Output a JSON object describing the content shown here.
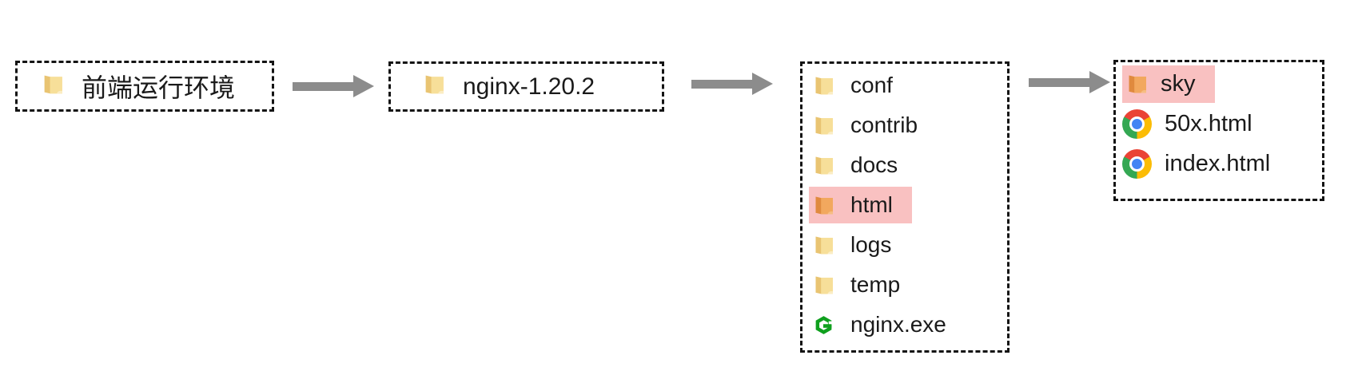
{
  "colors": {
    "border": "#141414",
    "text": "#1a1a1a",
    "arrow": "#8c8c8c",
    "highlight-pink": "#f9c1c1",
    "folder-back": "#e9c472",
    "folder-front": "#f7df99",
    "folder-hl-back": "#e08a3e",
    "folder-hl-front": "#f2a85e",
    "nginx-green": "#0fa01e",
    "chrome-red": "#ea4335",
    "chrome-yellow": "#fbbc05",
    "chrome-green": "#34a853",
    "chrome-blue": "#4285f4"
  },
  "boxes": {
    "root": {
      "label": "前端运行环境",
      "icon": "folder"
    },
    "nginx": {
      "label": "nginx-1.20.2",
      "icon": "folder"
    },
    "nginx_dir": {
      "items": [
        {
          "label": "conf",
          "icon": "folder",
          "highlighted": false
        },
        {
          "label": "contrib",
          "icon": "folder",
          "highlighted": false
        },
        {
          "label": "docs",
          "icon": "folder",
          "highlighted": false
        },
        {
          "label": "html",
          "icon": "folder",
          "highlighted": true
        },
        {
          "label": "logs",
          "icon": "folder",
          "highlighted": false
        },
        {
          "label": "temp",
          "icon": "folder",
          "highlighted": false
        },
        {
          "label": "nginx.exe",
          "icon": "nginx",
          "highlighted": false
        }
      ]
    },
    "html_dir": {
      "items": [
        {
          "label": "sky",
          "icon": "folder",
          "highlighted": true
        },
        {
          "label": "50x.html",
          "icon": "chrome",
          "highlighted": false
        },
        {
          "label": "index.html",
          "icon": "chrome",
          "highlighted": false
        }
      ]
    }
  }
}
